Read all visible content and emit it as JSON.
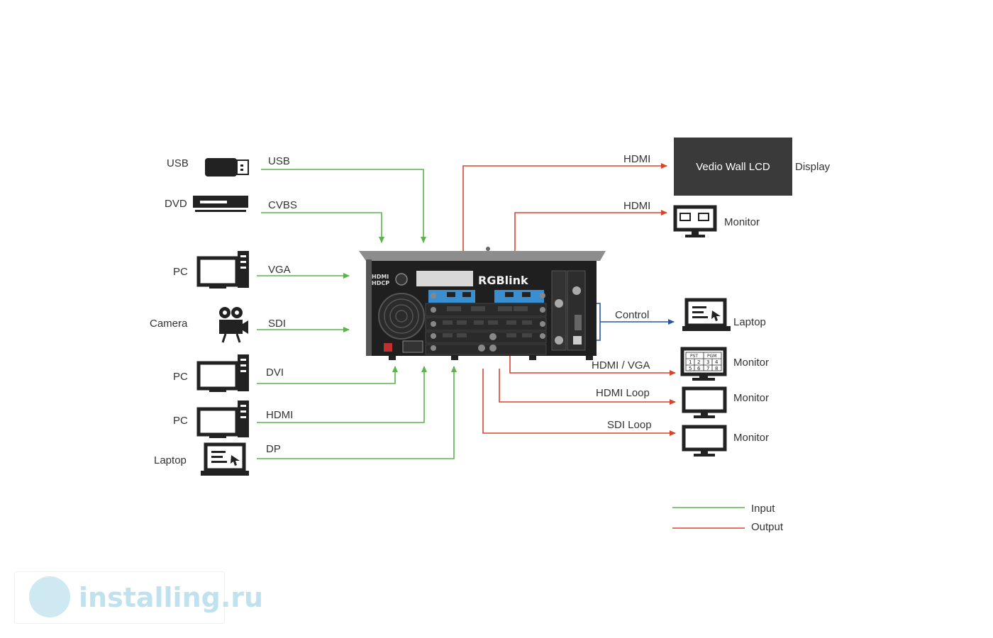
{
  "left_devices": [
    {
      "name": "USB",
      "icon": "usb-stick-icon"
    },
    {
      "name": "DVD",
      "icon": "dvd-player-icon"
    },
    {
      "name": "PC",
      "icon": "pc-icon"
    },
    {
      "name": "Camera",
      "icon": "video-camera-icon"
    },
    {
      "name": "PC",
      "icon": "pc-icon"
    },
    {
      "name": "PC",
      "icon": "pc-icon"
    },
    {
      "name": "Laptop",
      "icon": "laptop-icon"
    }
  ],
  "input_signals": [
    "USB",
    "CVBS",
    "VGA",
    "SDI",
    "DVI",
    "HDMI",
    "DP"
  ],
  "output_signals": [
    "HDMI",
    "HDMI",
    "Control",
    "HDMI / VGA",
    "HDMI Loop",
    "SDI Loop"
  ],
  "right_devices": {
    "video_wall": "Vedio Wall LCD",
    "video_wall_label": "Display",
    "monitor1": "Monitor",
    "laptop": "Laptop",
    "monitor2": "Monitor",
    "monitor3": "Monitor",
    "monitor4": "Monitor"
  },
  "multiview_labels": [
    "PST",
    "PGM",
    "1",
    "2",
    "3",
    "4",
    "5",
    "6",
    "7",
    "8"
  ],
  "device": {
    "brand": "RGBlink",
    "hdmi_badge": "HDMI",
    "hdcp_badge": "HDCP"
  },
  "legend": [
    {
      "label": "Input",
      "color": "#5cb34a"
    },
    {
      "label": "Output",
      "color": "#d9442e"
    }
  ],
  "control_color": "#2a55a0",
  "watermark": "installing.ru"
}
